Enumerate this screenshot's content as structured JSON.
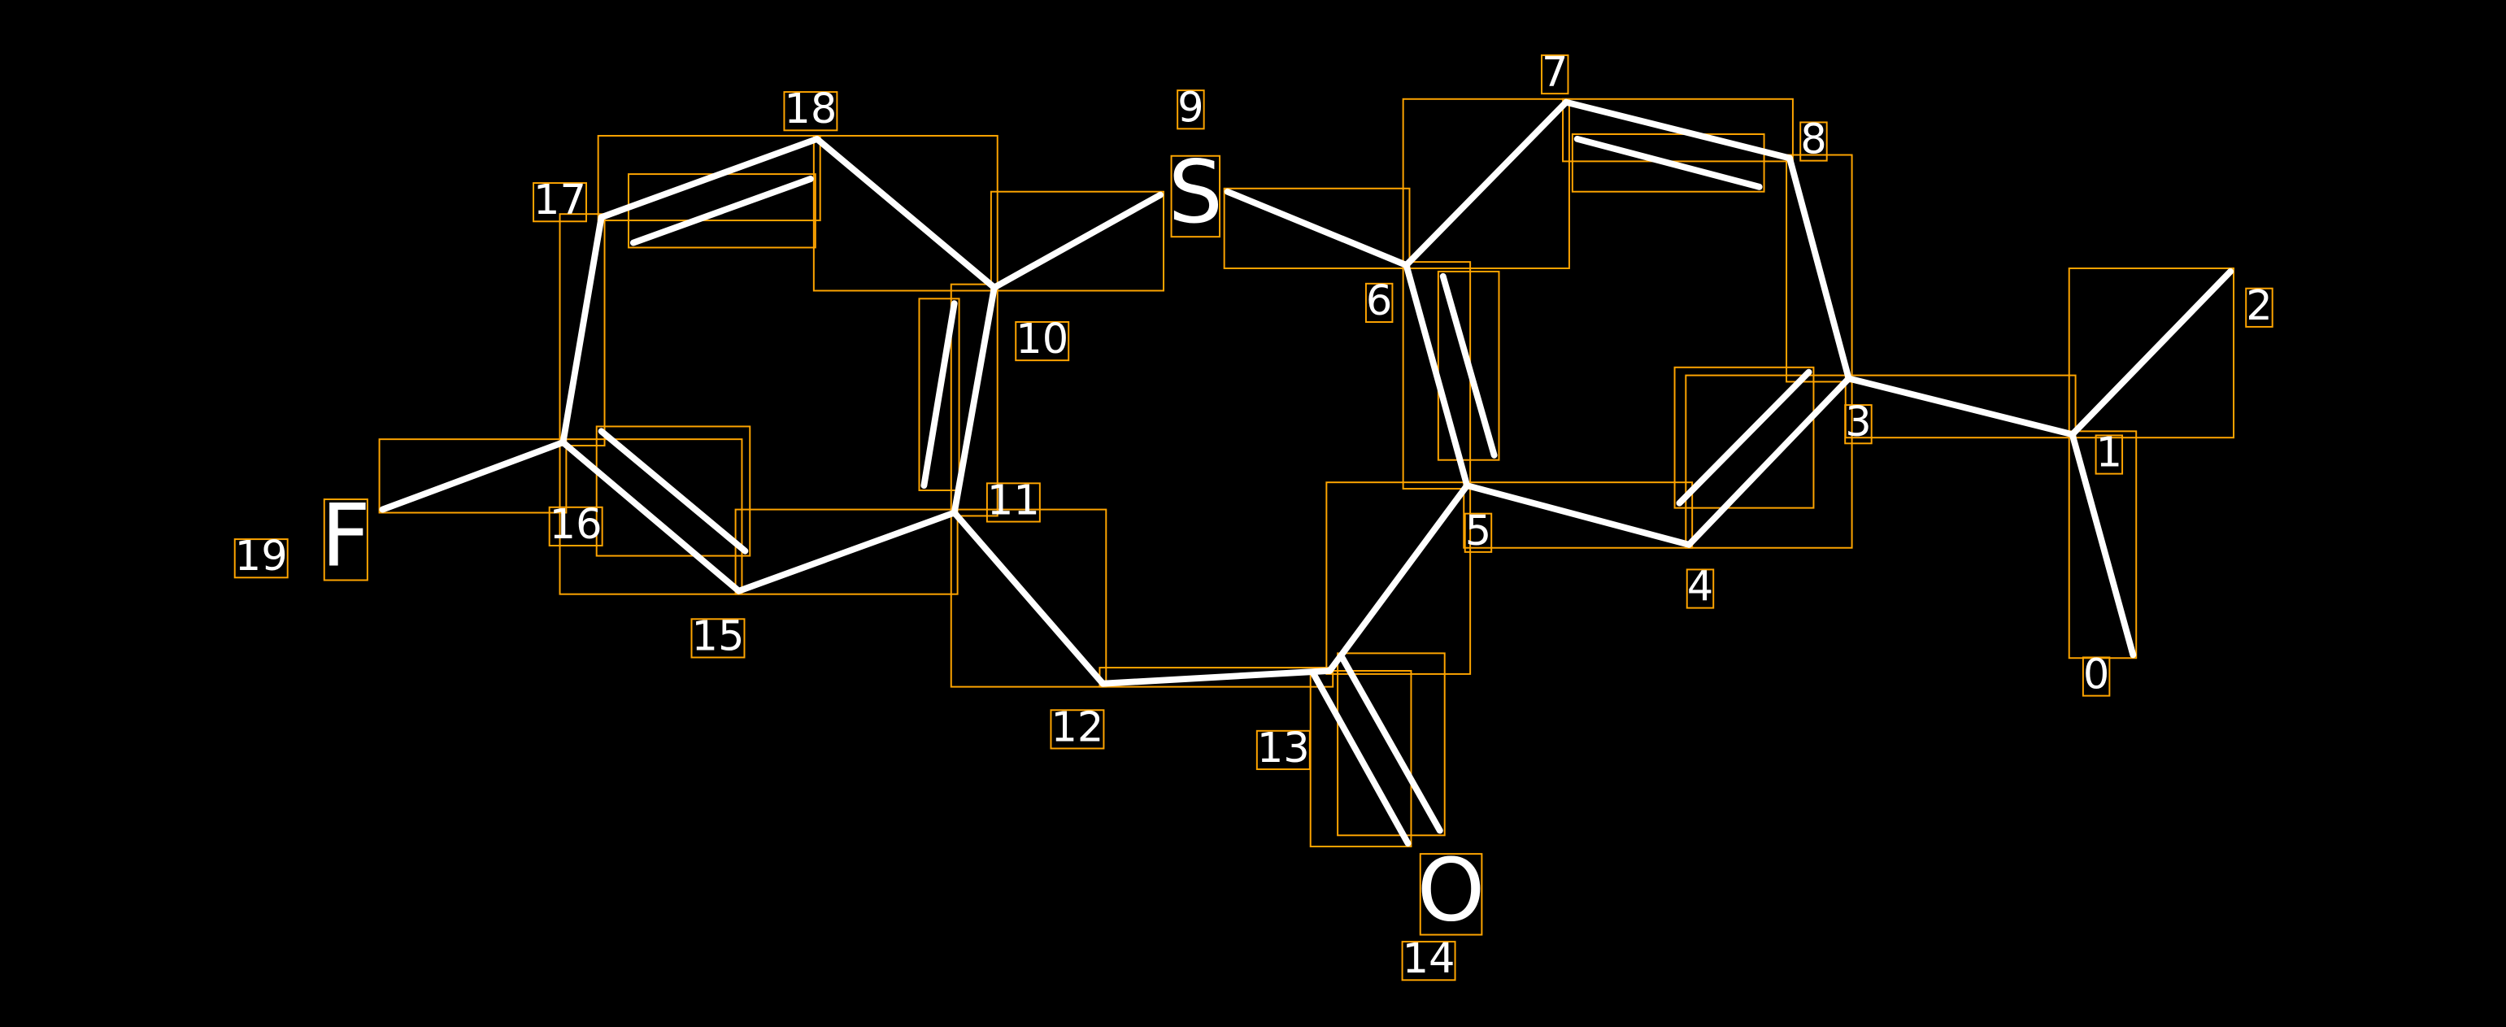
{
  "diagram": {
    "type": "molecule",
    "colors": {
      "background": "#000000",
      "bond": "#FFFFFF",
      "box": "#FFA500"
    },
    "atoms": [
      {
        "index": "0",
        "element": "C"
      },
      {
        "index": "1",
        "element": "C"
      },
      {
        "index": "2",
        "element": "C"
      },
      {
        "index": "3",
        "element": "C"
      },
      {
        "index": "4",
        "element": "C"
      },
      {
        "index": "5",
        "element": "C"
      },
      {
        "index": "6",
        "element": "C"
      },
      {
        "index": "7",
        "element": "C"
      },
      {
        "index": "8",
        "element": "C"
      },
      {
        "index": "9",
        "element": "S",
        "label": "S"
      },
      {
        "index": "10",
        "element": "C"
      },
      {
        "index": "11",
        "element": "C"
      },
      {
        "index": "12",
        "element": "C"
      },
      {
        "index": "13",
        "element": "C"
      },
      {
        "index": "14",
        "element": "O",
        "label": "O"
      },
      {
        "index": "15",
        "element": "C"
      },
      {
        "index": "16",
        "element": "C"
      },
      {
        "index": "17",
        "element": "C"
      },
      {
        "index": "18",
        "element": "C"
      },
      {
        "index": "19",
        "element": "F",
        "label": "F"
      }
    ],
    "bonds": [
      {
        "a": 0,
        "b": 1,
        "order": 1
      },
      {
        "a": 1,
        "b": 2,
        "order": 1
      },
      {
        "a": 1,
        "b": 3,
        "order": 1
      },
      {
        "a": 3,
        "b": 8,
        "order": 1
      },
      {
        "a": 8,
        "b": 7,
        "order": 2
      },
      {
        "a": 7,
        "b": 6,
        "order": 1
      },
      {
        "a": 6,
        "b": 9,
        "order": 1
      },
      {
        "a": 9,
        "b": 10,
        "order": 1
      },
      {
        "a": 10,
        "b": 18,
        "order": 1
      },
      {
        "a": 18,
        "b": 17,
        "order": 2
      },
      {
        "a": 17,
        "b": 16,
        "order": 1
      },
      {
        "a": 16,
        "b": 19,
        "order": 1
      },
      {
        "a": 16,
        "b": 15,
        "order": 2
      },
      {
        "a": 15,
        "b": 11,
        "order": 1
      },
      {
        "a": 11,
        "b": 10,
        "order": 2
      },
      {
        "a": 11,
        "b": 12,
        "order": 1
      },
      {
        "a": 12,
        "b": 13,
        "order": 1
      },
      {
        "a": 13,
        "b": 14,
        "order": 2
      },
      {
        "a": 13,
        "b": 5,
        "order": 1
      },
      {
        "a": 5,
        "b": 6,
        "order": 2
      },
      {
        "a": 5,
        "b": 4,
        "order": 1
      },
      {
        "a": 4,
        "b": 3,
        "order": 2
      }
    ]
  }
}
